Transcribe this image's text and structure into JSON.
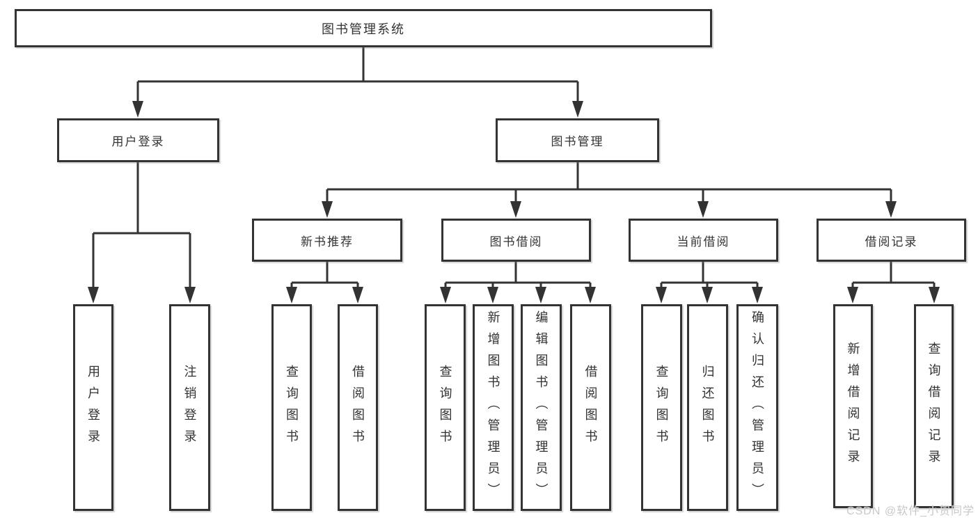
{
  "diagram": {
    "root": {
      "id": "system",
      "label": "图书管理系统"
    },
    "children": [
      {
        "id": "user-login-group",
        "label": "用户登录",
        "children": [
          {
            "id": "login",
            "label": "用户登录"
          },
          {
            "id": "logout",
            "label": "注销登录"
          }
        ]
      },
      {
        "id": "book-management",
        "label": "图书管理",
        "children": [
          {
            "id": "new-book-recommend",
            "label": "新书推荐",
            "children": [
              {
                "id": "query-books",
                "label": "查询图书"
              },
              {
                "id": "borrow-books",
                "label": "借阅图书"
              }
            ]
          },
          {
            "id": "book-borrowing",
            "label": "图书借阅",
            "children": [
              {
                "id": "query-books",
                "label": "查询图书"
              },
              {
                "id": "add-book-admin",
                "label": "新增图书（管理员）"
              },
              {
                "id": "edit-book-admin",
                "label": "编辑图书（管理员）"
              },
              {
                "id": "borrow-books",
                "label": "借阅图书"
              }
            ]
          },
          {
            "id": "current-borrowing",
            "label": "当前借阅",
            "children": [
              {
                "id": "query-books",
                "label": "查询图书"
              },
              {
                "id": "return-book",
                "label": "归还图书"
              },
              {
                "id": "confirm-return-admin",
                "label": "确认归还（管理员）"
              }
            ]
          },
          {
            "id": "borrowing-records",
            "label": "借阅记录",
            "children": [
              {
                "id": "add-borrow-record",
                "label": "新增借阅记录"
              },
              {
                "id": "query-borrow-record",
                "label": "查询借阅记录"
              }
            ]
          }
        ]
      }
    ]
  },
  "watermark": {
    "text": "CSDN @软件_小贺同学"
  },
  "colors": {
    "line": "#333333",
    "box_border": "#333333",
    "box_fill": "#ffffff",
    "text": "#333333",
    "background": "#ffffff",
    "watermark": "#c8c8c8"
  }
}
